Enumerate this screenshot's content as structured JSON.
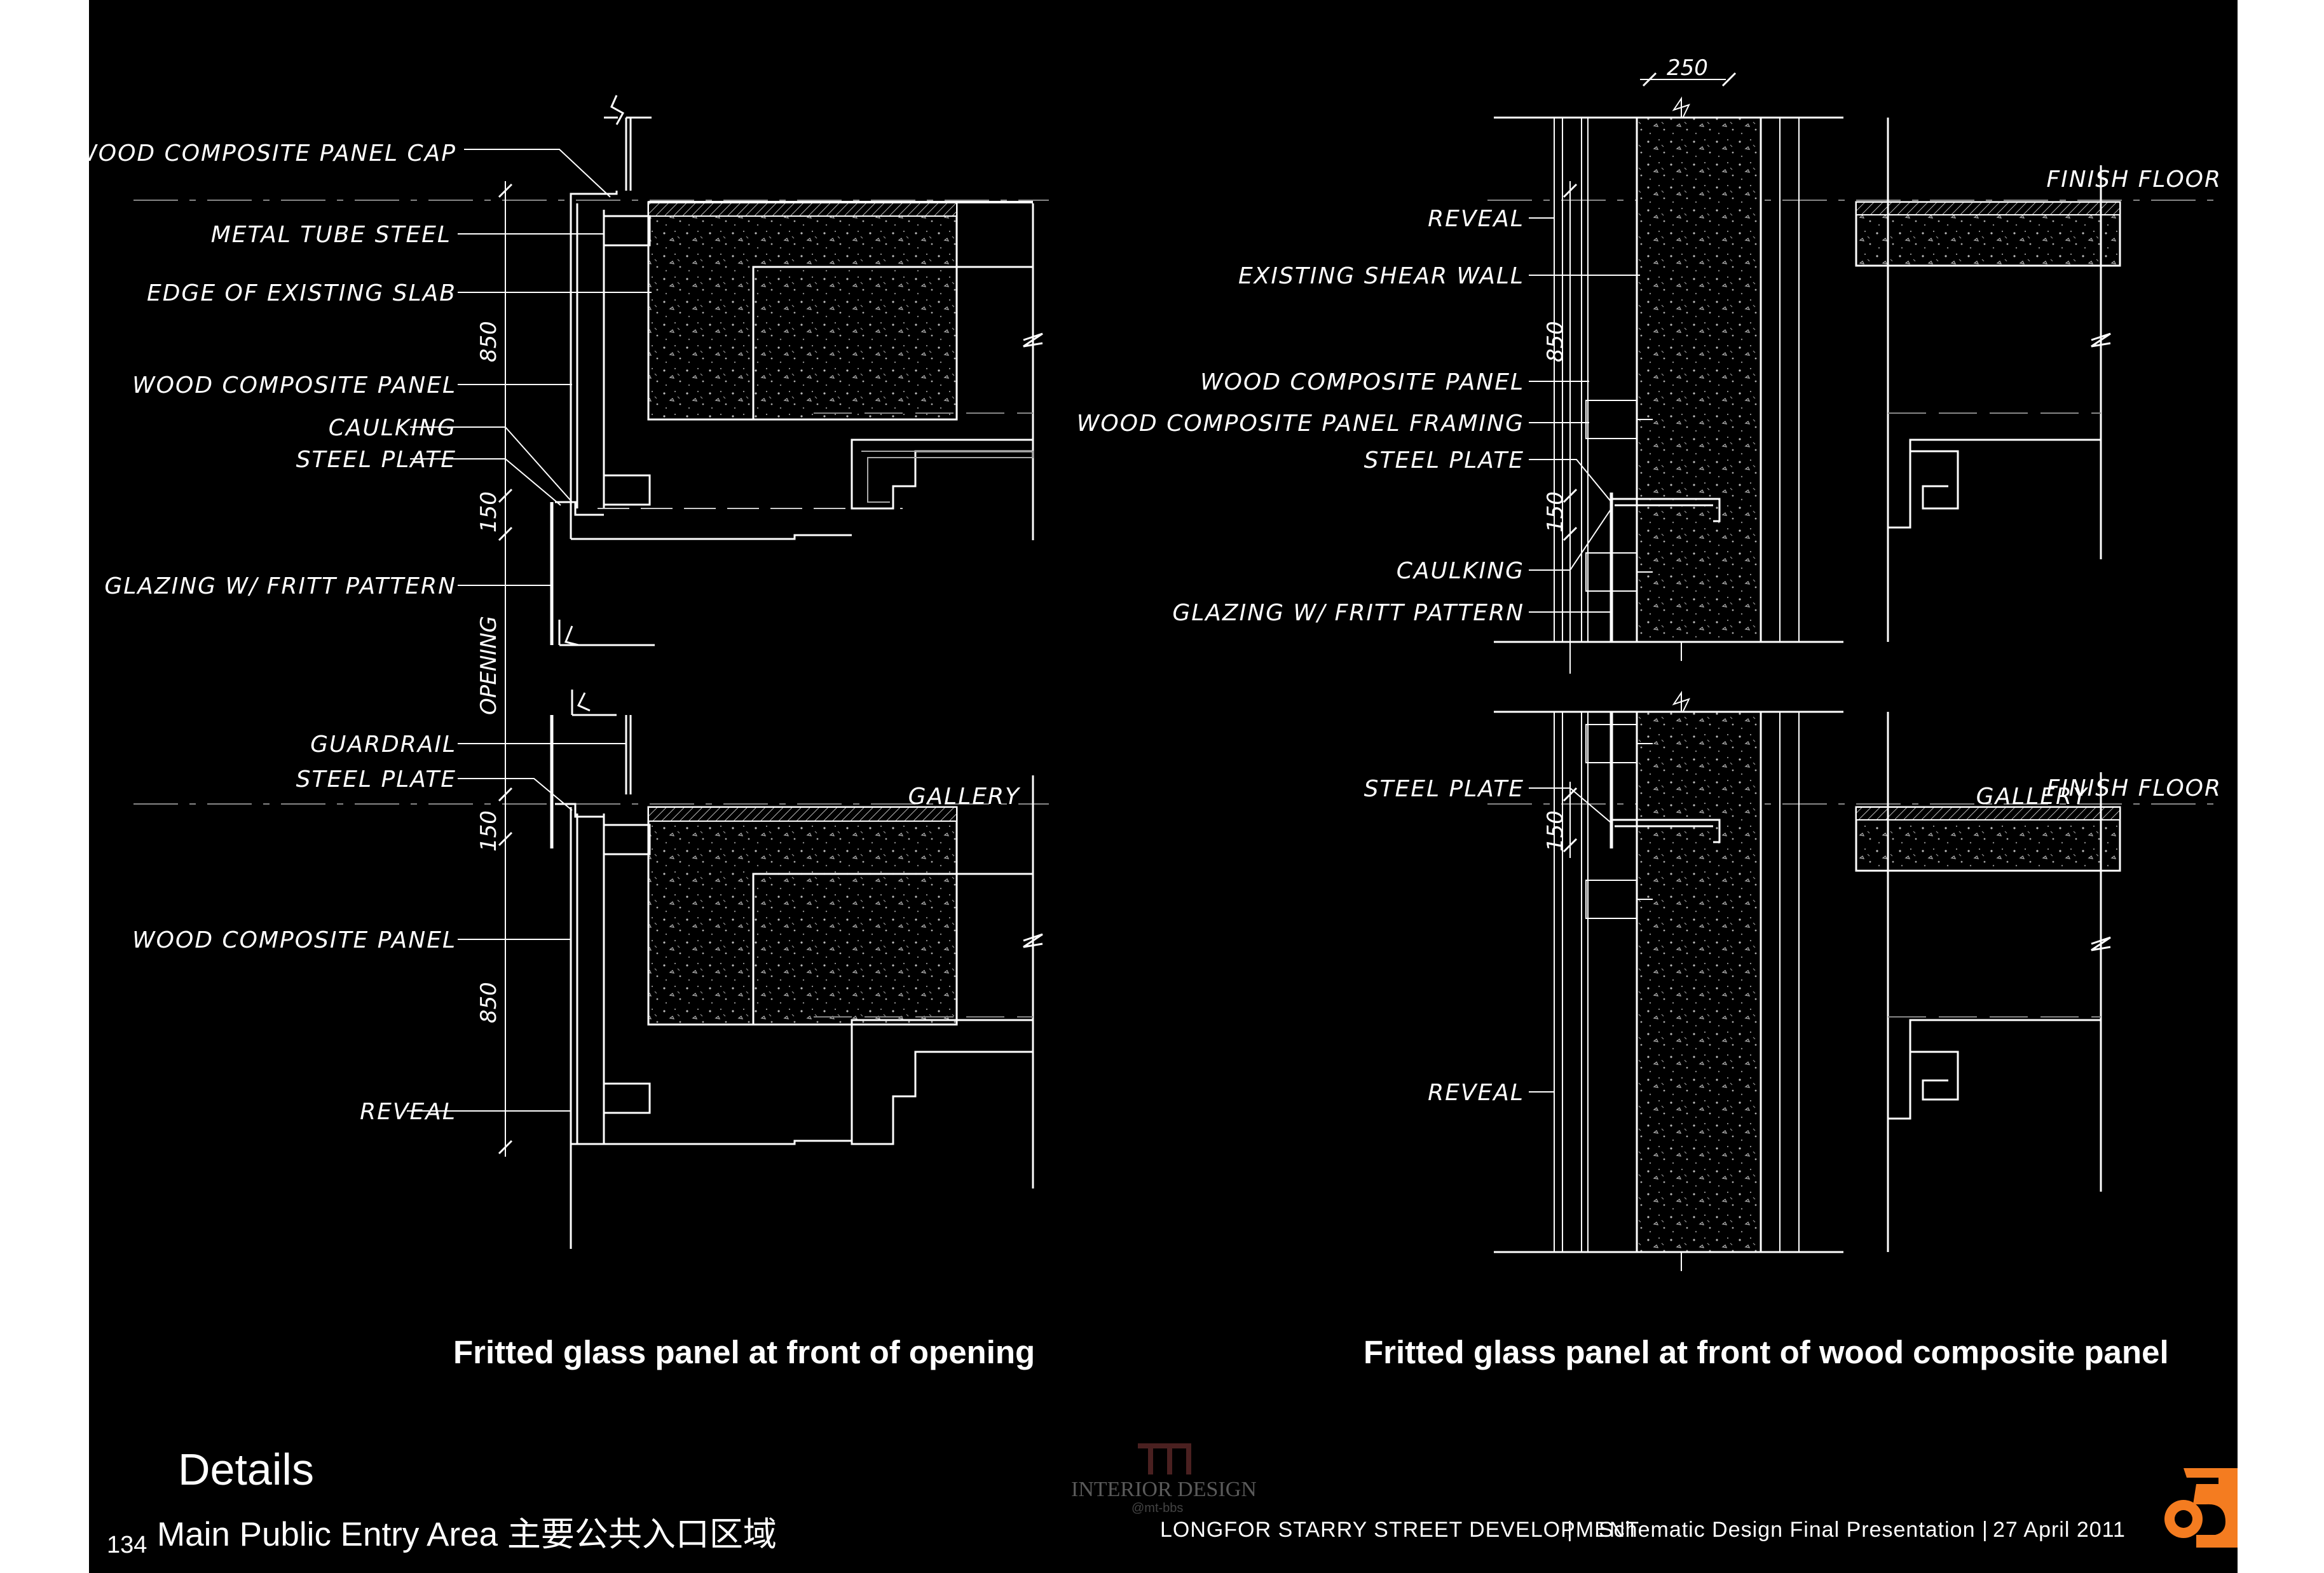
{
  "left_detail": {
    "labels": {
      "wood_composite_panel_cap": "WOOD COMPOSITE PANEL CAP",
      "metal_tube_steel": "METAL TUBE STEEL",
      "edge_of_existing_slab": "EDGE OF EXISTING SLAB",
      "wood_composite_panel_1": "WOOD COMPOSITE PANEL",
      "caulking": "CAULKING",
      "steel_plate_1": "STEEL PLATE",
      "glazing": "GLAZING W/ FRITT PATTERN",
      "guardrail": "GUARDRAIL",
      "steel_plate_2": "STEEL PLATE",
      "wood_composite_panel_2": "WOOD COMPOSITE PANEL",
      "reveal": "REVEAL",
      "gallery": "GALLERY"
    },
    "dimensions": {
      "d850_top": "850",
      "d150_top": "150",
      "opening": "OPENING",
      "d150_bottom": "150",
      "d850_bottom": "850"
    },
    "caption": "Fritted glass panel at front of opening"
  },
  "right_detail": {
    "labels": {
      "finish_floor_1": "FINISH FLOOR",
      "reveal_1": "REVEAL",
      "existing_shear_wall": "EXISTING SHEAR WALL",
      "wood_composite_panel": "WOOD COMPOSITE PANEL",
      "wood_composite_panel_framing": "WOOD COMPOSITE PANEL FRAMING",
      "steel_plate_1": "STEEL PLATE",
      "caulking": "CAULKING",
      "glazing": "GLAZING W/ FRITT PATTERN",
      "steel_plate_2": "STEEL PLATE",
      "gallery": "GALLERY",
      "finish_floor_2": "FINISH FLOOR",
      "reveal_2": "REVEAL"
    },
    "dimensions": {
      "d250": "250",
      "d850": "850",
      "d150_top": "150",
      "d150_bottom": "150"
    },
    "caption": "Fritted glass panel at front of wood composite panel"
  },
  "footer": {
    "title": "Details",
    "subtitle": "Main Public Entry Area 主要公共入口区域",
    "page_number": "134",
    "project": "LONGFOR STARRY STREET DEVELOPMENT",
    "separator": "|",
    "phase": "Schematic Design Final Presentation |",
    "date": "27 April 2011",
    "watermark": "INTERIOR DESIGN",
    "watermark_sub": "@mt-bbs"
  },
  "colors": {
    "background": "#000000",
    "line": "#ffffff",
    "accent": "#f47c20"
  },
  "logo_icon": "orange-5-logo-icon"
}
